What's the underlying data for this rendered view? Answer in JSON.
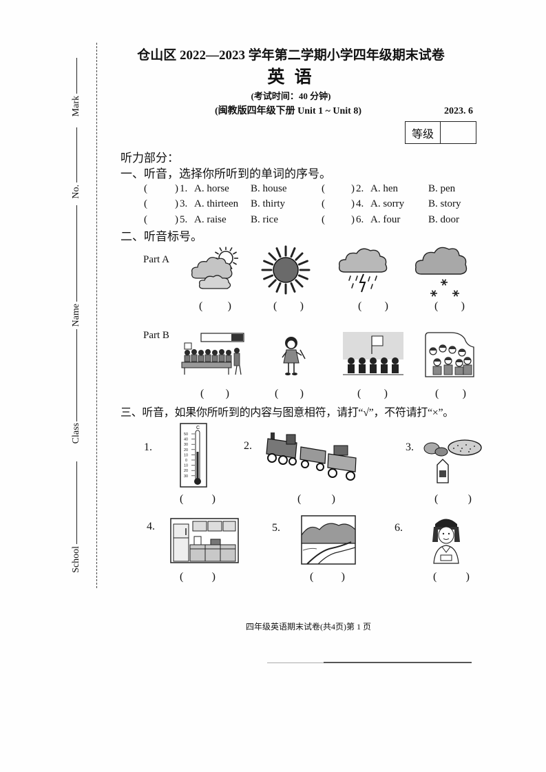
{
  "margin": {
    "mark_label": "Mark",
    "no_label": "No.",
    "name_label": "Name",
    "class_label": "Class",
    "school_label": "School"
  },
  "header": {
    "title": "仓山区 2022—2023 学年第二学期小学四年级期末试卷",
    "subject": "英 语",
    "duration": "(考试时间：40 分钟)",
    "edition": "(闽教版四年级下册 Unit 1 ~ Unit 8)",
    "date": "2023. 6",
    "grade_label": "等级"
  },
  "common": {
    "paren_open": "(",
    "paren_close": ")"
  },
  "listening": {
    "heading": "听力部分：",
    "section1": {
      "heading": "一、听音，选择你所听到的单词的序号。",
      "items": [
        {
          "number": "1.",
          "option_a": "A. horse",
          "option_b": "B. house"
        },
        {
          "number": "2.",
          "option_a": "A. hen",
          "option_b": "B. pen"
        },
        {
          "number": "3.",
          "option_a": "A. thirteen",
          "option_b": "B. thirty"
        },
        {
          "number": "4.",
          "option_a": "A. sorry",
          "option_b": "B. story"
        },
        {
          "number": "5.",
          "option_a": "A. raise",
          "option_b": "B. rice"
        },
        {
          "number": "6.",
          "option_a": "A. four",
          "option_b": "B. door"
        }
      ]
    },
    "section2": {
      "heading": "二、听音标号。",
      "part_a_label": "Part A",
      "part_b_label": "Part B"
    },
    "section3": {
      "heading": "三、听音，如果你所听到的内容与图意相符，请打“√”，不符请打“×”。",
      "item_numbers": [
        "1.",
        "2.",
        "3.",
        "4.",
        "5.",
        "6."
      ],
      "thermometer_unit": "C",
      "thermometer_scale": [
        "50",
        "40",
        "30",
        "20",
        "10",
        "0",
        "10",
        "20",
        "30"
      ]
    }
  },
  "footer": {
    "page_info": "四年级英语期末试卷(共4页)第 1 页"
  }
}
